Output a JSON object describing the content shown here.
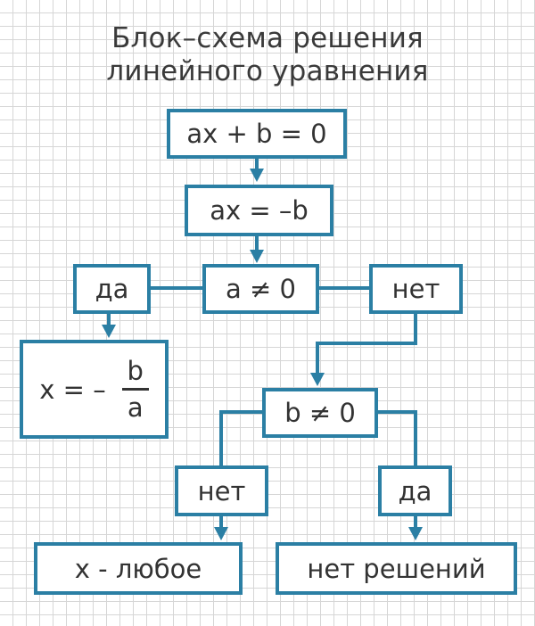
{
  "title": {
    "line1": "Блок–схема решения",
    "line2": "линейного уравнения"
  },
  "nodes": {
    "equation": "ax + b = 0",
    "rearranged": "ax = –b",
    "a_condition": "a ≠ 0",
    "a_yes": "да",
    "a_no": "нет",
    "solution": {
      "lhs": "x = –",
      "numerator": "b",
      "denominator": "a"
    },
    "b_condition": "b ≠ 0",
    "b_no": "нет",
    "b_yes": "да",
    "any_x": "x - любое",
    "no_solutions": "нет решений"
  },
  "colors": {
    "accent": "#2b7fa4",
    "text": "#333333",
    "grid": "#d6d6d6"
  }
}
